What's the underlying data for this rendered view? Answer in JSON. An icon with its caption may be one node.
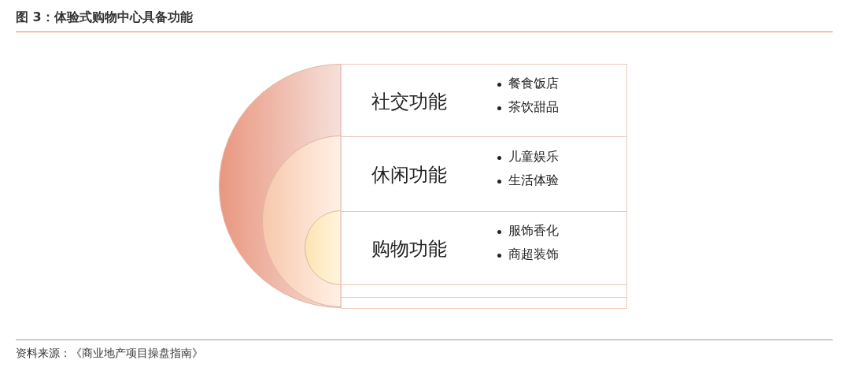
{
  "diagram": {
    "title": "图 3：体验式购物中心具备功能",
    "caption": "资料来源：《商业地产项目操盘指南》",
    "nodes": [
      {
        "text": [],
        "shape": "semicircle"
      },
      {
        "text": [],
        "shape": "semicircle",
        "in": 0
      },
      {
        "text": [],
        "shape": "semicircle",
        "in": 1
      },
      {
        "text": [
          "社交功能",
          "餐食饭店",
          "茶饮甜品"
        ]
      },
      {
        "text": [
          "休闲功能",
          "儿童娱乐",
          "生活体验"
        ]
      },
      {
        "text": [
          "购物功能",
          "服饰香化",
          "商超装饰"
        ]
      },
      {
        "text": [],
        "shape": "box"
      },
      {
        "text": [],
        "shape": "box"
      }
    ],
    "edges": []
  }
}
